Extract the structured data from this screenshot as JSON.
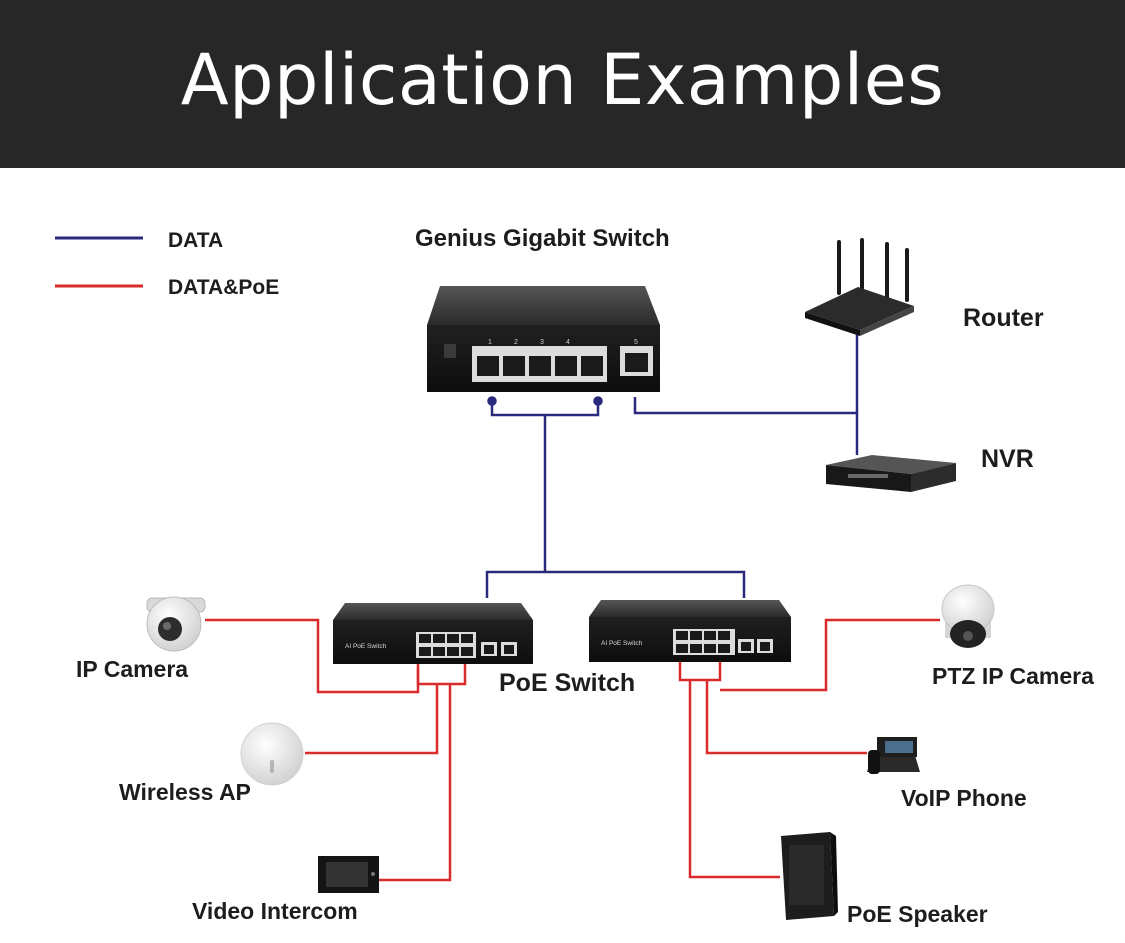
{
  "header": {
    "title": "Application Examples"
  },
  "legend": [
    {
      "label": "DATA",
      "color": "#2a2a7c"
    },
    {
      "label": "DATA&PoE",
      "color": "#d92b2b"
    }
  ],
  "devices": {
    "gigabit_switch": "Genius Gigabit Switch",
    "router": "Router",
    "nvr": "NVR",
    "poe_switch": "PoE Switch",
    "ip_camera": "IP Camera",
    "wireless_ap": "Wireless AP",
    "video_intercom": "Video Intercom",
    "ptz_camera": "PTZ IP Camera",
    "voip_phone": "VoIP Phone",
    "poe_speaker": "PoE Speaker"
  },
  "switch_markings": {
    "gigabit_ports": [
      "1",
      "2",
      "3",
      "4",
      "5"
    ],
    "poe_switch_left": "AI PoE Switch",
    "poe_switch_right": "AI PoE Switch"
  }
}
